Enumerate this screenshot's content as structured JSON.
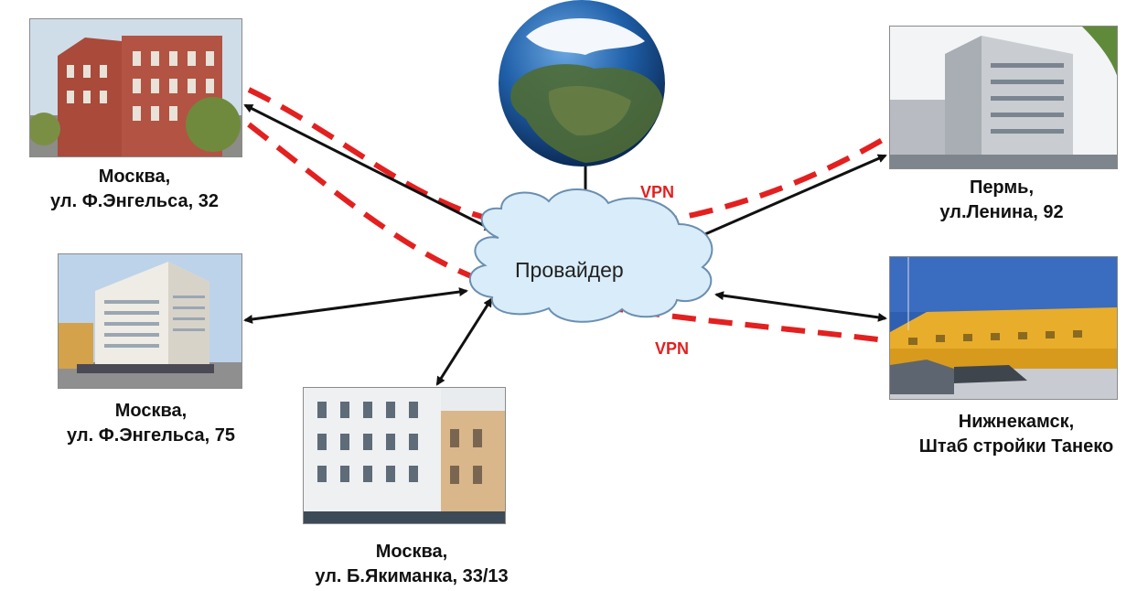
{
  "provider": {
    "label": "Провайдер"
  },
  "vpn_labels": [
    "VPN",
    "VPN"
  ],
  "sites": [
    {
      "id": "moscow-engelsa-32",
      "line1": "Москва,",
      "line2": "ул. Ф.Энгельса, 32"
    },
    {
      "id": "moscow-engelsa-75",
      "line1": "Москва,",
      "line2": "ул. Ф.Энгельса, 75"
    },
    {
      "id": "moscow-yakimanka",
      "line1": "Москва,",
      "line2": "ул. Б.Якиманка, 33/13"
    },
    {
      "id": "perm",
      "line1": "Пермь,",
      "line2": "ул.Ленина, 92"
    },
    {
      "id": "nizhnekamsk",
      "line1": "Нижнекамск,",
      "line2": "Штаб стройки Танеко"
    }
  ],
  "colors": {
    "vpn": "#e32020",
    "link": "#111111",
    "cloud_fill": "#d9ecf9",
    "cloud_stroke": "#6a8fb0"
  }
}
